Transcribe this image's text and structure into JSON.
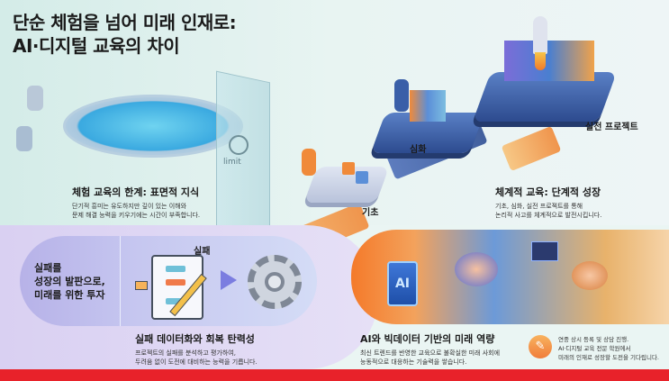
{
  "title": {
    "line1": "단순 체험을 넘어 미래 인재로:",
    "line2": "AI·디지털 교육의 차이"
  },
  "experience": {
    "heading": "체험 교육의 한계: 표면적 지식",
    "line1": "단기적 흥미는 유도하지만 깊이 있는 이해와",
    "line2": "문제 해결 능력을 키우기에는 시간이 부족합니다.",
    "glass_label": "limit"
  },
  "stages": {
    "basic": "기초",
    "advanced": "심화",
    "project": "실전 프로젝트"
  },
  "systematic": {
    "heading": "체계적 교육: 단계적 성장",
    "line1": "기초, 심화, 실전 프로젝트를 통해",
    "line2": "논리적 사고를 체계적으로 발전시킵니다."
  },
  "failure": {
    "pill_line1": "실패를",
    "pill_line2": "성장의 발판으로,",
    "pill_line3": "미래를 위한 투자",
    "note_label": "실패",
    "heading": "실패 데이터화와 회복 탄력성",
    "line1": "프로젝트의 실패를 분석하고 평가하여,",
    "line2": "두려움 없이 도전에 대비하는 능력을 기릅니다."
  },
  "ai": {
    "chip_label": "AI",
    "heading": "AI와 빅데이터 기반의 미래 역량",
    "line1": "최신 트렌드를 반영한 교육으로 불확실한 미래 사회에",
    "line2": "능동적으로 대응하는 기술력을 쌓습니다."
  },
  "notice": {
    "icon": "edit-note-icon",
    "line1": "연중 상시 등록 및 상담 진행.",
    "line2": "AI·디지털 교육 전문 학원에서",
    "line3": "미래의 인재로 성장할 도전을 기다립니다."
  },
  "colors": {
    "accent": "#e8222a",
    "orange": "#f08a3a",
    "blue": "#2d4b8f"
  }
}
